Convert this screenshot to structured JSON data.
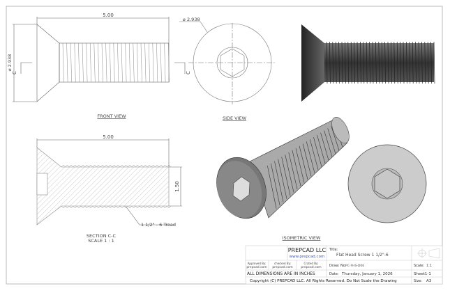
{
  "views": {
    "front": {
      "label": "FRONT VIEW",
      "length_dim": "5.00",
      "diameter_dim": "⌀ 2.938",
      "section_mark": "C"
    },
    "side": {
      "label": "SIDE VIEW",
      "diameter_dim": "⌀ 2.938"
    },
    "section": {
      "label": "SECTION C-C",
      "scale": "SCALE 1 : 1",
      "length_dim": "5.00",
      "thread_dim": "1.50",
      "thread_callout": "1 1/2\" - 6 Tread"
    },
    "isometric": {
      "label": "ISOMETRIC VIEW"
    }
  },
  "title_block": {
    "company": "PREPCAD LLC",
    "website": "www.prepcad.com",
    "title_label": "Title:",
    "title": "Flat Head Screw 1 1/2\"-6",
    "approved_label": "Approved By:",
    "approved_value": "prepcad.com",
    "checked_label": "checked By:",
    "checked_value": "prepcad.com",
    "created_label": "Crated By:",
    "created_value": "prepcad.com",
    "draw_no_label": "Draw: No:",
    "draw_no": "PC-FHS-D06",
    "scale_label": "Scale:",
    "scale": "1:1",
    "units_note": "ALL DIMENSIONS ARE IN INCHES",
    "date_label": "Date:",
    "date": "Thursday, January 1, 2026",
    "sheet": "Sheet1-1",
    "copyright": "Copyright (C)  PREPCAD LLC. All Rights Reserved. Do Not Scale the Drawing",
    "size_label": "Size:",
    "size": "A3"
  },
  "colors": {
    "line": "#555555",
    "link": "#3355cc",
    "hatch": "#999999",
    "render_dark": "#3a3a3a",
    "render_light": "#c8c8c8"
  }
}
